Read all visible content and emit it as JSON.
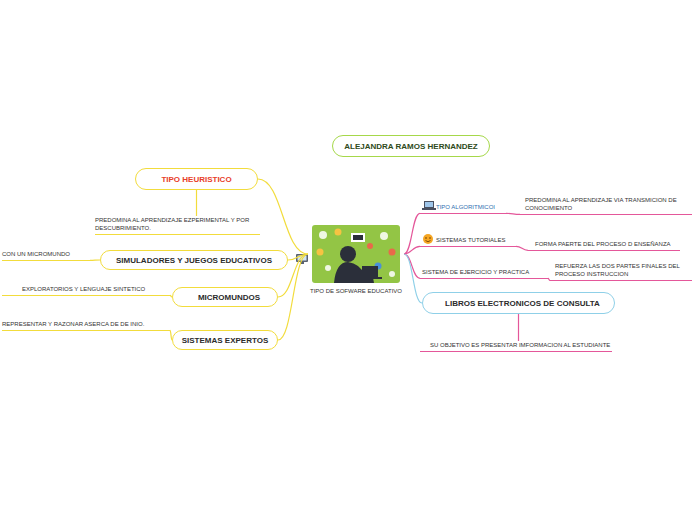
{
  "diagram": {
    "nodes": [
      {
        "text": [
          "ALEJANDRA RAMOS HERNANDEZ"
        ]
      },
      {
        "text": [
          "TIPO DE SOFWARE EDUCATIVO"
        ]
      },
      {
        "text": [
          "TIPO HEURISTICO"
        ]
      },
      {
        "text": [
          "PREDOMINA AL APRENDIZAJE EZPERIMENTAL Y POR DESCUBRIMIENTO."
        ]
      },
      {
        "text": [
          "SIMULADORES Y JUEGOS EDUCATIVOS"
        ]
      },
      {
        "text": [
          "CON UN MICROMUNDO"
        ]
      },
      {
        "text": [
          "MICROMUNDOS"
        ]
      },
      {
        "text": [
          "EXPLORATORIOS Y LENGUAJE SINTETICO"
        ]
      },
      {
        "text": [
          "SISTEMAS EXPERTOS"
        ]
      },
      {
        "text": [
          "REPRESENTAR Y RAZONAR ASERCA DE DE INIO."
        ]
      },
      {
        "text": [
          "TIPO ALGORITMICOI"
        ]
      },
      {
        "text": [
          "PREDOMINA AL APRENDIZAJE VIA TRANSMICION DE CONOCIMIENTO"
        ]
      },
      {
        "text": [
          "SISTEMAS TUTORIALES"
        ]
      },
      {
        "text": [
          "FORMA PAERTE DEL PROCESO D ENSEÑANZA"
        ]
      },
      {
        "text": [
          "SISTEMA DE EJERCICIO Y PRACTICA"
        ]
      },
      {
        "text": [
          "REFUERZA LAS DOS PARTES FINALES DEL PROCESO INSTRUCCION"
        ]
      },
      {
        "text": [
          "LIBROS ELECTRONICOS DE CONSULTA"
        ]
      },
      {
        "text": [
          "SU OBJETIVO ES PRESENTAR IMFORMACION AL ESTUDIANTE"
        ]
      }
    ],
    "edges": [
      {
        "from": 1,
        "to": 2,
        "arrow": "none"
      },
      {
        "from": 1,
        "to": 4,
        "arrow": "none"
      },
      {
        "from": 1,
        "to": 6,
        "arrow": "none"
      },
      {
        "from": 1,
        "to": 8,
        "arrow": "none"
      },
      {
        "from": 1,
        "to": 10,
        "arrow": "none"
      },
      {
        "from": 1,
        "to": 12,
        "arrow": "none"
      },
      {
        "from": 1,
        "to": 14,
        "arrow": "none"
      },
      {
        "from": 1,
        "to": 16,
        "arrow": "none"
      },
      {
        "from": 2,
        "to": 3,
        "arrow": "none"
      },
      {
        "from": 4,
        "to": 5,
        "arrow": "none"
      },
      {
        "from": 6,
        "to": 7,
        "arrow": "none"
      },
      {
        "from": 8,
        "to": 9,
        "arrow": "none"
      },
      {
        "from": 10,
        "to": 11,
        "arrow": "none"
      },
      {
        "from": 12,
        "to": 13,
        "arrow": "none"
      },
      {
        "from": 14,
        "to": 15,
        "arrow": "none"
      },
      {
        "from": 16,
        "to": 17,
        "arrow": "none"
      }
    ]
  }
}
